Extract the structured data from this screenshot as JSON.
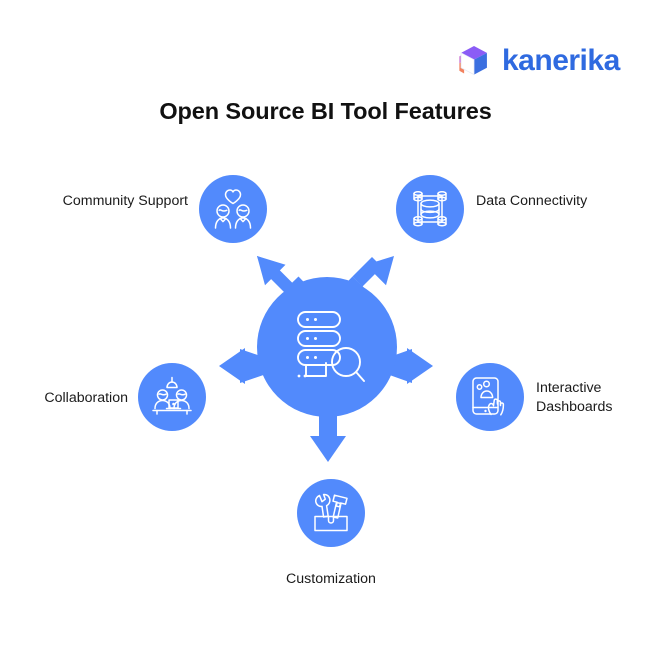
{
  "brand": {
    "name": "kanerika",
    "logo_icon": "kanerika-cube-logo",
    "word_color": "#2f6ae0",
    "cube_top_color": "#8b5cf6",
    "cube_right_color": "#3b6fe0",
    "cube_accent_color": "#f2825f"
  },
  "title": "Open Source BI Tool Features",
  "theme": {
    "accent": "#528afc",
    "background": "#ffffff",
    "text": "#1b1b1b",
    "icon_stroke": "#ffffff"
  },
  "diagram": {
    "type": "hub-and-spoke",
    "hub": {
      "label": "",
      "icon": "database-search-icon"
    },
    "spokes": [
      {
        "id": "community-support",
        "label": "Community Support",
        "icon": "people-heart-icon",
        "arrow": "arrow-up-left",
        "label_side": "left"
      },
      {
        "id": "data-connectivity",
        "label": "Data Connectivity",
        "icon": "connected-databases-icon",
        "arrow": "arrow-up-right",
        "label_side": "right"
      },
      {
        "id": "collaboration",
        "label": "Collaboration",
        "icon": "team-desk-laptop-icon",
        "arrow": "arrow-left",
        "label_side": "left"
      },
      {
        "id": "interactive-dashboards",
        "label": "Interactive\nDashboards",
        "icon": "hand-tablet-chart-icon",
        "arrow": "arrow-right",
        "label_side": "right"
      },
      {
        "id": "customization",
        "label": "Customization",
        "icon": "toolbox-wrench-hammer-icon",
        "arrow": "arrow-down",
        "label_side": "center"
      }
    ]
  }
}
